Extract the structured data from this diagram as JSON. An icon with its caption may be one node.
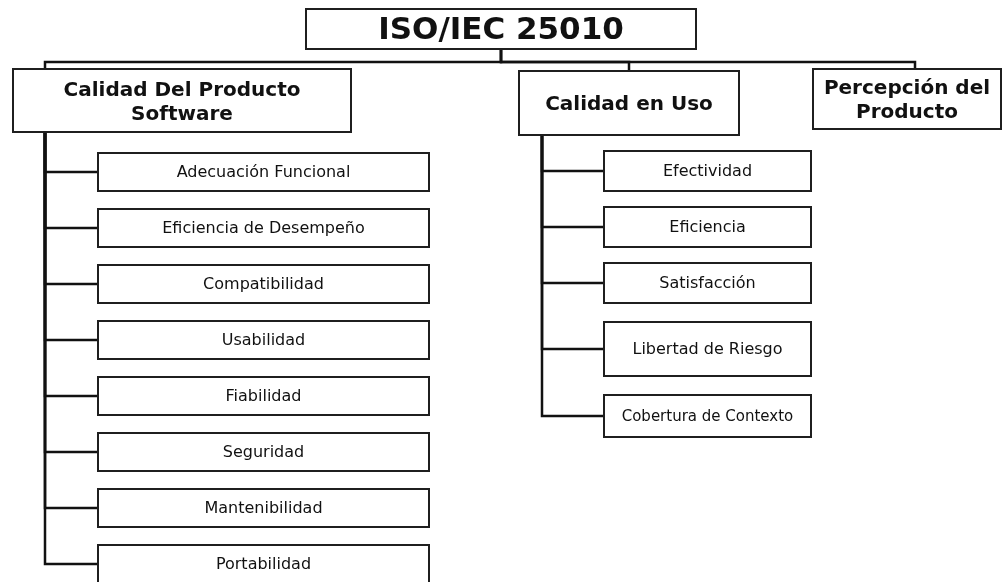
{
  "diagram": {
    "nodes": [
      {
        "text": [
          "ISO/IEC 25010"
        ]
      },
      {
        "text": [
          "Calidad Del Producto Software"
        ]
      },
      {
        "text": [
          "Adecuación Funcional"
        ]
      },
      {
        "text": [
          "Eficiencia de Desempeño"
        ]
      },
      {
        "text": [
          "Compatibilidad"
        ]
      },
      {
        "text": [
          "Usabilidad"
        ]
      },
      {
        "text": [
          "Fiabilidad"
        ]
      },
      {
        "text": [
          "Seguridad"
        ]
      },
      {
        "text": [
          "Mantenibilidad"
        ]
      },
      {
        "text": [
          "Portabilidad"
        ]
      },
      {
        "text": [
          "Calidad en Uso"
        ]
      },
      {
        "text": [
          "Efectividad"
        ]
      },
      {
        "text": [
          "Eficiencia"
        ]
      },
      {
        "text": [
          "Satisfacción"
        ]
      },
      {
        "text": [
          "Libertad de Riesgo"
        ]
      },
      {
        "text": [
          "Cobertura de Contexto"
        ]
      },
      {
        "text": [
          "Percepción del Producto"
        ]
      }
    ],
    "edges": [
      {
        "from": 0,
        "to": 1,
        "arrow": "none"
      },
      {
        "from": 0,
        "to": 10,
        "arrow": "none"
      },
      {
        "from": 0,
        "to": 16,
        "arrow": "none"
      },
      {
        "from": 1,
        "to": 2,
        "arrow": "none"
      },
      {
        "from": 1,
        "to": 3,
        "arrow": "none"
      },
      {
        "from": 1,
        "to": 4,
        "arrow": "none"
      },
      {
        "from": 1,
        "to": 5,
        "arrow": "none"
      },
      {
        "from": 1,
        "to": 6,
        "arrow": "none"
      },
      {
        "from": 1,
        "to": 7,
        "arrow": "none"
      },
      {
        "from": 1,
        "to": 8,
        "arrow": "none"
      },
      {
        "from": 1,
        "to": 9,
        "arrow": "none"
      },
      {
        "from": 10,
        "to": 11,
        "arrow": "none"
      },
      {
        "from": 10,
        "to": 12,
        "arrow": "none"
      },
      {
        "from": 10,
        "to": 13,
        "arrow": "none"
      },
      {
        "from": 10,
        "to": 14,
        "arrow": "none"
      },
      {
        "from": 10,
        "to": 15,
        "arrow": "none"
      }
    ]
  }
}
